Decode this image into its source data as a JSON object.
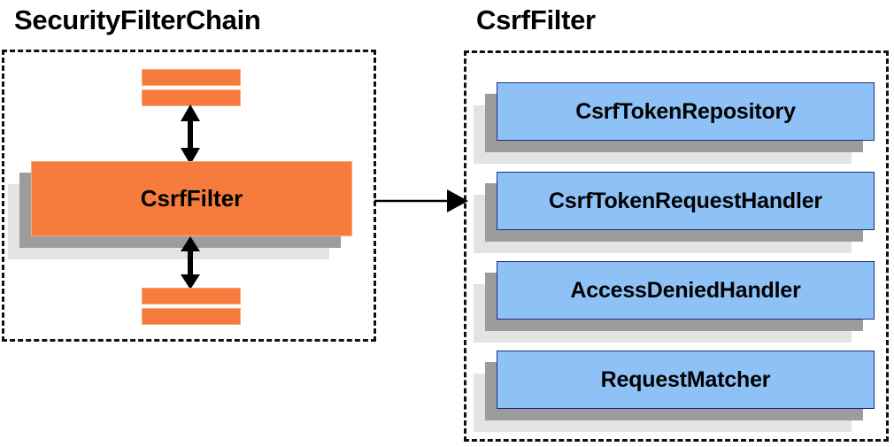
{
  "diagram": {
    "type": "component-relationship-diagram",
    "background_color": "#ffffff",
    "panels": [
      {
        "id": "security-filter-chain",
        "title": "SecurityFilterChain",
        "border_style": "dashed",
        "border_color": "#111111"
      },
      {
        "id": "csrf-filter",
        "title": "CsrfFilter",
        "border_style": "dashed",
        "border_color": "#111111"
      }
    ]
  },
  "left_panel": {
    "title": "SecurityFilterChain",
    "highlight_box": {
      "label": "CsrfFilter",
      "fill": "#f57c3c",
      "border": "#f9a878"
    },
    "stripes_above": [
      {
        "name": "filter-stripe-top-1"
      },
      {
        "name": "filter-stripe-top-2"
      }
    ],
    "stripes_below": [
      {
        "name": "filter-stripe-bottom-1"
      },
      {
        "name": "filter-stripe-bottom-2"
      }
    ],
    "arrows": [
      {
        "name": "arrow-up-down-above",
        "direction": "bidirectional",
        "orientation": "vertical"
      },
      {
        "name": "arrow-up-down-below",
        "direction": "bidirectional",
        "orientation": "vertical"
      }
    ]
  },
  "connector": {
    "name": "csrf-filter-expansion-arrow",
    "direction": "right",
    "color": "#000000"
  },
  "right_panel": {
    "title": "CsrfFilter",
    "components": [
      {
        "label": "CsrfTokenRepository",
        "fill": "#8ec2f7",
        "border": "#1f2f7a"
      },
      {
        "label": "CsrfTokenRequestHandler",
        "fill": "#8ec2f7",
        "border": "#1f2f7a"
      },
      {
        "label": "AccessDeniedHandler",
        "fill": "#8ec2f7",
        "border": "#1f2f7a"
      },
      {
        "label": "RequestMatcher",
        "fill": "#8ec2f7",
        "border": "#1f2f7a"
      }
    ]
  },
  "colors": {
    "orange_fill": "#f57c3c",
    "orange_border": "#f9a878",
    "blue_fill": "#8ec2f7",
    "blue_border": "#1f2f7a",
    "shadow_near": "#9c9c9c",
    "shadow_far": "#e3e3e3",
    "text": "#000000",
    "panel_border": "#111111"
  }
}
